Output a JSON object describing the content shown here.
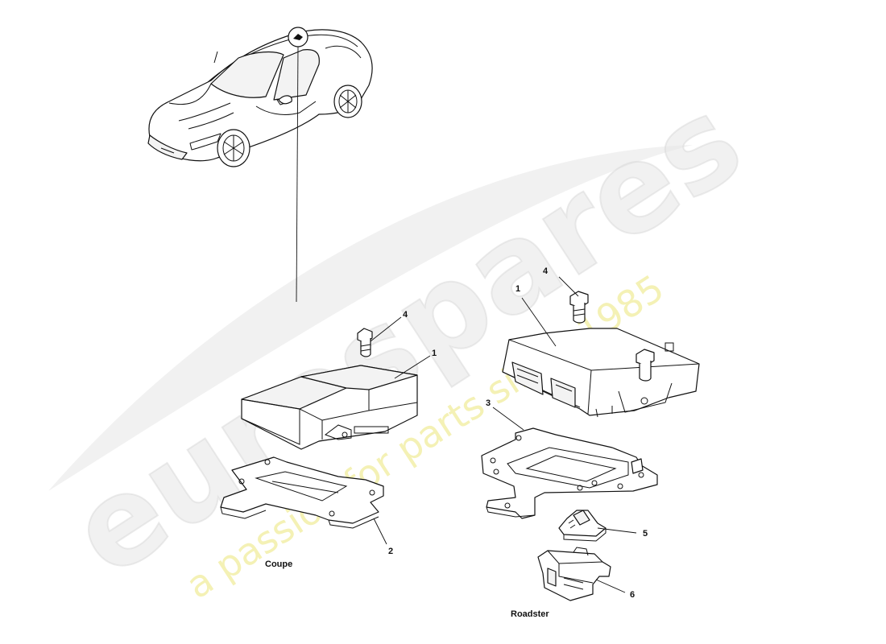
{
  "watermark": {
    "brand": "eurospares",
    "tagline": "a passion for parts since 1985",
    "brand_color": "#e6e6e6",
    "tagline_color": "#f2efa8"
  },
  "labels": {
    "coupe": "Coupe",
    "roadster": "Roadster"
  },
  "callouts": {
    "coupe_bolt": "4",
    "coupe_module": "1",
    "coupe_bracket": "2",
    "roadster_bolt": "4",
    "roadster_module": "1",
    "roadster_bracket": "3",
    "roadster_connector_small": "5",
    "roadster_connector_large": "6"
  },
  "colors": {
    "line": "#111111",
    "background": "#ffffff"
  }
}
